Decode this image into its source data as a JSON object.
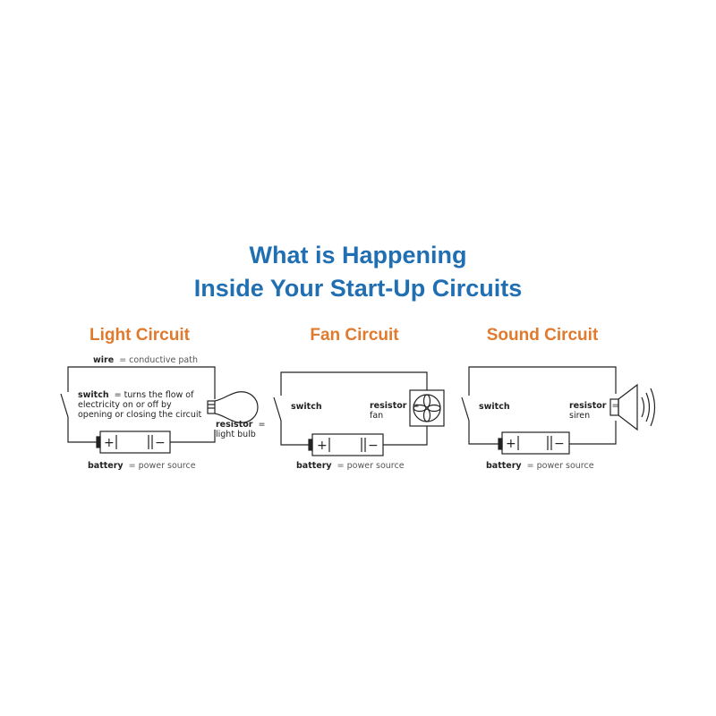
{
  "title": {
    "line1": "What is Happening",
    "line2": "Inside Your Start-Up Circuits"
  },
  "colors": {
    "title": "#1f6fb2",
    "circuit_title": "#e07a2e",
    "line": "#222222"
  },
  "circuits": [
    {
      "name": "Light Circuit",
      "wire_label": "wire",
      "wire_desc": "= conductive path",
      "switch_label": "switch",
      "switch_desc_1": "= turns the flow of",
      "switch_desc_2": "electricity on or off by",
      "switch_desc_3": "opening or closing the circuit",
      "resistor_label": "resistor",
      "resistor_eq": "=",
      "resistor_desc": "light bulb",
      "battery_label": "battery",
      "battery_desc": "= power source",
      "plus": "+",
      "minus": "−"
    },
    {
      "name": "Fan Circuit",
      "switch_label": "switch",
      "resistor_label": "resistor",
      "resistor_eq": "=",
      "resistor_desc": "fan",
      "battery_label": "battery",
      "battery_desc": "= power source",
      "plus": "+",
      "minus": "−"
    },
    {
      "name": "Sound Circuit",
      "switch_label": "switch",
      "resistor_label": "resistor",
      "resistor_eq": "=",
      "resistor_desc": "siren",
      "battery_label": "battery",
      "battery_desc": "= power source",
      "plus": "+",
      "minus": "−"
    }
  ]
}
